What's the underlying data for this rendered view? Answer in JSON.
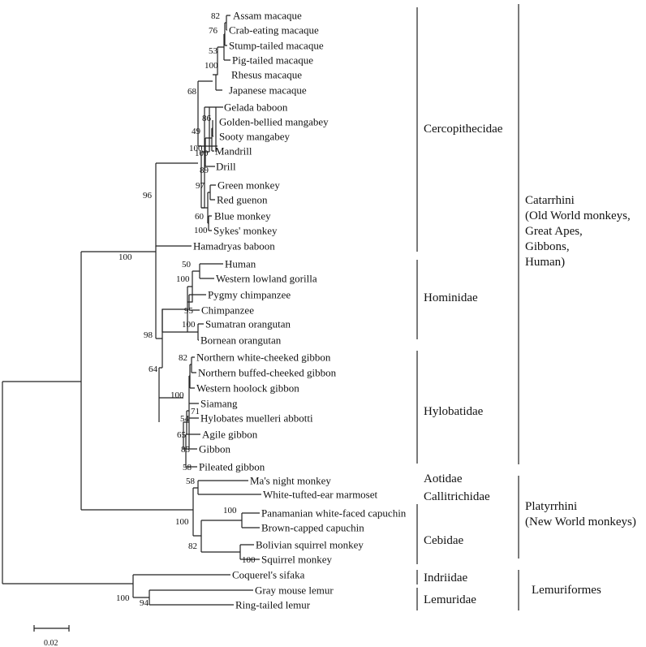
{
  "tree": {
    "scale_bar": {
      "label": "0.02"
    },
    "leaves": [
      "Assam macaque",
      "Crab-eating macaque",
      "Stump-tailed macaque",
      "Pig-tailed macaque",
      "Rhesus macaque",
      "Japanese macaque",
      "Gelada baboon",
      "Golden-bellied mangabey",
      "Sooty mangabey",
      "Mandrill",
      "Drill",
      "Green monkey",
      "Red guenon",
      "Blue monkey",
      "Sykes' monkey",
      "Hamadryas baboon",
      "Human",
      "Western lowland gorilla",
      "Pygmy chimpanzee",
      "Chimpanzee",
      "Sumatran orangutan",
      "Bornean orangutan",
      "Northern white-cheeked gibbon",
      "Northern buffed-cheeked gibbon",
      "Western hoolock gibbon",
      "Siamang",
      "Hylobates muelleri abbotti",
      "Agile gibbon",
      "Gibbon",
      "Pileated gibbon",
      "Ma's night monkey",
      "White-tufted-ear marmoset",
      "Panamanian white-faced capuchin",
      "Brown-capped capuchin",
      "Bolivian squirrel monkey",
      "Squirrel monkey",
      "Coquerel's sifaka",
      "Gray mouse lemur",
      "Ring-tailed lemur"
    ],
    "bootstrap": [
      "82",
      "76",
      "53",
      "100",
      "68",
      "86",
      "49",
      "100",
      "89",
      "100",
      "97",
      "60",
      "100",
      "96",
      "100",
      "50",
      "100",
      "95",
      "100",
      "98",
      "82",
      "64",
      "100",
      "71",
      "54",
      "65",
      "85",
      "58",
      "58",
      "100",
      "100",
      "82",
      "100",
      "100",
      "94"
    ],
    "families": [
      "Cercopithecidae",
      "Hominidae",
      "Hylobatidae",
      "Aotidae",
      "Callitrichidae",
      "Cebidae",
      "Indriidae",
      "Lemuridae"
    ],
    "clades": [
      {
        "lines": [
          "Catarrhini",
          "(Old World monkeys,",
          "Great Apes,",
          "Gibbons,",
          "Human)"
        ]
      },
      {
        "lines": [
          "Platyrrhini",
          "(New World monkeys)"
        ]
      },
      {
        "lines": [
          "Lemuriformes"
        ]
      }
    ]
  }
}
